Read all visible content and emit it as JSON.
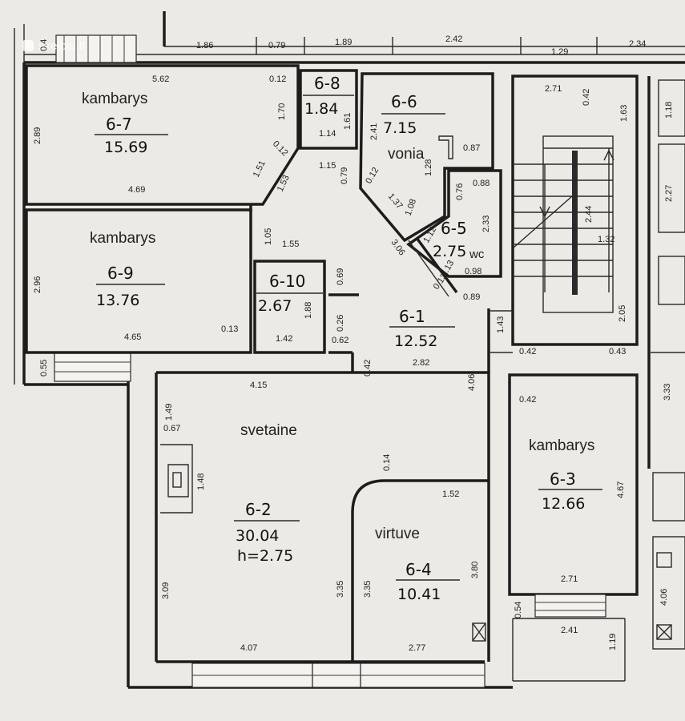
{
  "watermark": "skelbiu.lt",
  "rooms": {
    "r67": {
      "name": "kambarys",
      "id": "6-7",
      "area": "15.69"
    },
    "r68": {
      "id": "6-8",
      "area": "1.84"
    },
    "r66": {
      "name": "vonia",
      "id": "6-6",
      "area": "7.15"
    },
    "r65": {
      "id": "6-5",
      "area": "2.75",
      "suffix": "wc"
    },
    "r69": {
      "name": "kambarys",
      "id": "6-9",
      "area": "13.76"
    },
    "r610": {
      "id": "6-10",
      "area": "2.67"
    },
    "r61": {
      "id": "6-1",
      "area": "12.52"
    },
    "r62": {
      "name": "svetaine",
      "id": "6-2",
      "area": "30.04",
      "height": "h=2.75"
    },
    "r64": {
      "name": "virtuve",
      "id": "6-4",
      "area": "10.41"
    },
    "r63": {
      "name": "kambarys",
      "id": "6-3",
      "area": "12.66"
    }
  },
  "dimensions": {
    "top_1_86": "1.86",
    "top_0_79": "0.79",
    "top_1_89": "1.89",
    "top_2_42": "2.42",
    "top_1_29": "1.29",
    "top_2_34": "2.34",
    "top_0_4": "0.4",
    "d_5_62": "5.62",
    "d_0_12a": "0.12",
    "d_1_70": "1.70",
    "d_2_89": "2.89",
    "d_0_12b": "0.12",
    "d_1_51": "1.51",
    "d_4_69": "4.69",
    "d_1_53": "1.53",
    "d_1_14": "1.14",
    "d_1_61": "1.61",
    "d_1_15": "1.15",
    "d_0_79b": "0.79",
    "d_2_41": "2.41",
    "d_0_87": "0.87",
    "d_1_28": "1.28",
    "d_0_12c": "0.12",
    "d_1_37": "1.37",
    "d_1_08": "1.08",
    "d_0_76": "0.76",
    "d_0_88": "0.88",
    "d_2_33": "2.33",
    "d_1_12": "1.12",
    "d_1_13": "1.13",
    "d_3_06": "3.06",
    "d_0_98": "0.98",
    "d_0_13a": "0.13",
    "d_0_89": "0.89",
    "d_2_71a": "2.71",
    "d_0_42a": "0.42",
    "d_1_63": "1.63",
    "d_1_18": "1.18",
    "d_2_44": "2.44",
    "d_1_32": "1.32",
    "d_2_27": "2.27",
    "d_2_05": "2.05",
    "d_1_43": "1.43",
    "d_0_42b": "0.42",
    "d_0_43": "0.43",
    "d_1_05": "1.05",
    "d_1_55": "1.55",
    "d_2_96": "2.96",
    "d_0_69": "0.69",
    "d_1_88": "1.88",
    "d_0_26": "0.26",
    "d_0_13b": "0.13",
    "d_1_42": "1.42",
    "d_0_62": "0.62",
    "d_4_65": "4.65",
    "d_0_55": "0.55",
    "d_0_42c": "0.42",
    "d_2_82": "2.82",
    "d_4_15": "4.15",
    "d_4_06a": "4.06",
    "d_3_33": "3.33",
    "d_0_42d": "0.42",
    "d_1_49": "1.49",
    "d_0_67": "0.67",
    "d_1_48": "1.48",
    "d_0_14": "0.14",
    "d_1_52": "1.52",
    "d_4_67": "4.67",
    "d_3_09": "3.09",
    "d_3_35a": "3.35",
    "d_3_35b": "3.35",
    "d_3_80": "3.80",
    "d_2_71b": "2.71",
    "d_0_54": "0.54",
    "d_4_06b": "4.06",
    "d_2_41b": "2.41",
    "d_1_19": "1.19",
    "d_4_07": "4.07",
    "d_2_77": "2.77"
  }
}
